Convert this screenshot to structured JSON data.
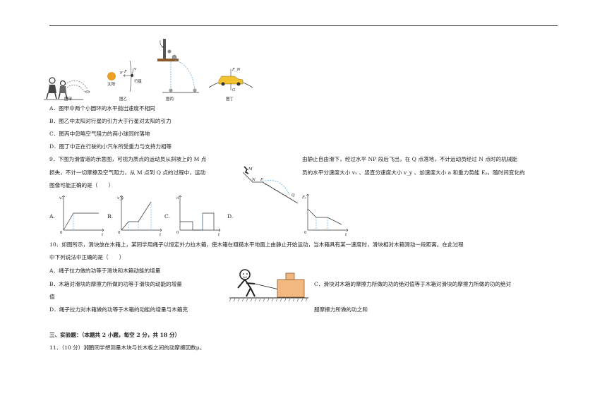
{
  "q8": {
    "captions": {
      "jia": "图甲",
      "yi": "图乙",
      "bing": "图丙",
      "ding": "图丁"
    },
    "fig_labels": {
      "sun": "太阳",
      "planet": "行星",
      "f_prime": "F′",
      "f": "F",
      "v": "v",
      "fn": "F_N",
      "g": "G"
    },
    "options": [
      "A．图甲中两个小圆环的水平抛出速度不相同",
      "B．图乙中太阳对行星的引力大于行星对太阳的引力",
      "C．图丙中忽略空气阻力的两小球同时落地",
      "D．图丁中正在行驶的小汽车所受重力与支持力相等"
    ]
  },
  "q9": {
    "line1_left": "9．下图为滑雪道的示意图，可视为质点的运动员从斜坡上的 M 点",
    "line1_right": "由静止自由滑下，经过水平 NP 段后飞出，在 Q 点落地，不计运动员经过 N 点时的机械能",
    "line2_left": "损失，不计一切摩擦及空气阻力，从 M 点到 Q 点的过程中，运动",
    "line2_right": "员的水平分速度大小 vₓ 、竖直分速度大小 v_y 、加速度大小 a 和重力势能 Eₚ，随时间变化的",
    "line3": "图像可能正确的是（　　）",
    "fig_labels": {
      "m": "M",
      "n": "N",
      "p": "P",
      "q": "Q"
    },
    "options": {
      "a": "A.",
      "b": "B.",
      "c": "C.",
      "d": "D."
    },
    "graph_labels": {
      "a_y": "vₓ",
      "b_y": "v_y",
      "c_y": "a",
      "d_y": "Eₚ",
      "t": "t",
      "o": "0"
    }
  },
  "q10": {
    "line1": "10．如图所示，滑块放在木箱上，某同学用绳子以恒定外力拉木箱，使木箱在粗糙水平地面上由静止开始运动，当木箱具有某一速度时，滑块相对木箱滑动一段距离。在此过程",
    "line2": "中下列说法中正确的是（　　）",
    "opt_a": "A．绳子拉力做的功等于滑块和木箱动能的增量",
    "opt_b1": "B．木箱对滑块的摩擦力所做的功等于滑块的动能的增量",
    "opt_b2": "值",
    "opt_c": "C．滑块对木箱的摩擦力所做的功的绝对值等于木箱对滑块的摩擦力所做的功的绝对",
    "opt_d_left": "D．绳子拉力对木箱做的功等于木箱的动能的增量与木箱克",
    "opt_d_right": "服摩擦力所做的功之和"
  },
  "section3": {
    "heading": "三、实验题：（本题共 2 小题，每空 2 分，共 18 分）",
    "q11": "11．（10 分）湘鹏同学想测量木块与长木板之间的动摩擦因数μ。"
  }
}
